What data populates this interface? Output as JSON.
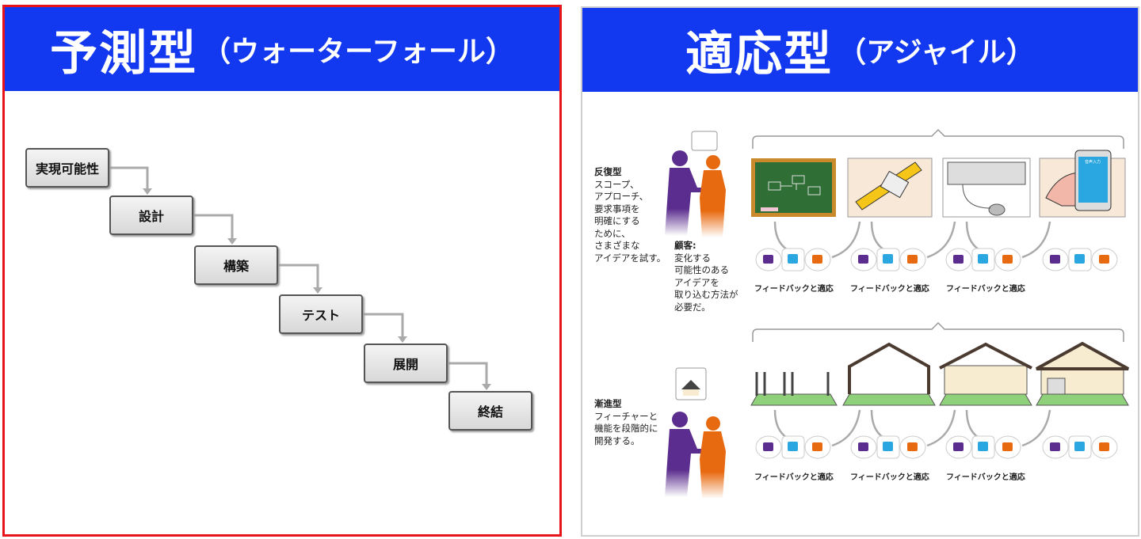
{
  "predictive": {
    "title": "予測型",
    "subtitle": "（ウォーターフォール）",
    "steps": [
      "実現可能性",
      "設計",
      "構築",
      "テスト",
      "展開",
      "終結"
    ]
  },
  "adaptive": {
    "title": "適応型",
    "subtitle": "（アジャイル）",
    "iterative": {
      "heading": "反復型",
      "body": "スコープ、\nアプローチ、\n要求事項を\n明確にする\nために、\nさまざまな\nアイデアを試す。"
    },
    "customer": {
      "heading": "顧客:",
      "body": "変化する\n可能性のある\nアイデアを\n取り込む方法が\n必要だ。"
    },
    "incremental": {
      "heading": "漸進型",
      "body": "フィーチャーと\n機能を段階的に\n開発する。"
    },
    "feedback_label": "フィードバックと適応",
    "phone_screen": "音声入力",
    "colors": {
      "header": "#1238f0",
      "purple": "#5b2d8e",
      "orange": "#e86a10",
      "blue": "#2aa6e0"
    }
  }
}
